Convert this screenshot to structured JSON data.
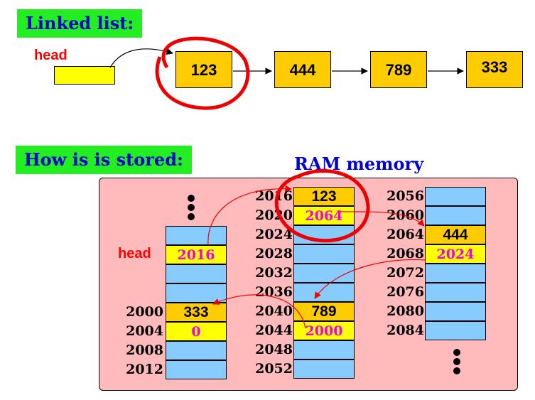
{
  "titles": {
    "linked_list": "Linked list:",
    "how_stored": "How is is stored:",
    "ram": "RAM memory"
  },
  "labels": {
    "head_top": "head",
    "head_ram": "head"
  },
  "nodes": [
    "123",
    "444",
    "789",
    "333"
  ],
  "columns": {
    "left": {
      "cells": [
        {
          "addr": "",
          "value": "",
          "kind": "empty"
        },
        {
          "addr": "",
          "value": "2016",
          "kind": "ptr"
        },
        {
          "addr": "",
          "value": "",
          "kind": "empty"
        },
        {
          "addr": "",
          "value": "",
          "kind": "empty"
        },
        {
          "addr": "2000",
          "value": "333",
          "kind": "val"
        },
        {
          "addr": "2004",
          "value": "0",
          "kind": "ptr"
        },
        {
          "addr": "2008",
          "value": "",
          "kind": "empty"
        },
        {
          "addr": "2012",
          "value": "",
          "kind": "empty"
        }
      ]
    },
    "middle": {
      "cells": [
        {
          "addr": "2016",
          "value": "123",
          "kind": "val"
        },
        {
          "addr": "2020",
          "value": "2064",
          "kind": "ptr"
        },
        {
          "addr": "2024",
          "value": "",
          "kind": "empty"
        },
        {
          "addr": "2028",
          "value": "",
          "kind": "empty"
        },
        {
          "addr": "2032",
          "value": "",
          "kind": "empty"
        },
        {
          "addr": "2036",
          "value": "",
          "kind": "empty"
        },
        {
          "addr": "2040",
          "value": "789",
          "kind": "val"
        },
        {
          "addr": "2044",
          "value": "2000",
          "kind": "ptr"
        },
        {
          "addr": "2048",
          "value": "",
          "kind": "empty"
        },
        {
          "addr": "2052",
          "value": "",
          "kind": "empty"
        }
      ]
    },
    "right": {
      "cells": [
        {
          "addr": "2056",
          "value": "",
          "kind": "empty"
        },
        {
          "addr": "2060",
          "value": "",
          "kind": "empty"
        },
        {
          "addr": "2064",
          "value": "444",
          "kind": "val"
        },
        {
          "addr": "2068",
          "value": "2024",
          "kind": "ptr"
        },
        {
          "addr": "2072",
          "value": "",
          "kind": "empty"
        },
        {
          "addr": "2076",
          "value": "",
          "kind": "empty"
        },
        {
          "addr": "2080",
          "value": "",
          "kind": "empty"
        },
        {
          "addr": "2084",
          "value": "",
          "kind": "empty"
        }
      ]
    }
  },
  "colors": {
    "title_bg": "#22ee22",
    "title_text": "#0000cc",
    "node_fill": "#ffcc00",
    "pointer_fill": "#ffff00",
    "empty_cell": "#88ccff",
    "ram_bg": "#ffbbbb",
    "pointer_text": "#ee00ee",
    "highlight": "#ff0000"
  }
}
